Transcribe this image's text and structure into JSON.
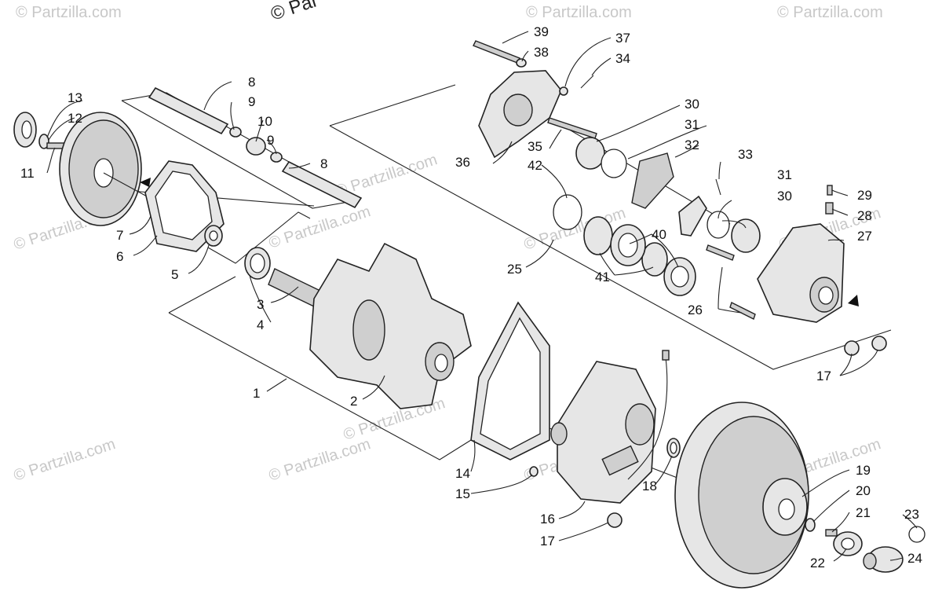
{
  "diagram": {
    "copyright_top": "© Par",
    "watermarks": [
      "© Partzilla.com",
      "© Partzilla.com",
      "© Partzilla.com",
      "© Partzilla.com",
      "© Partzilla.com",
      "© Partzilla.com",
      "© Partzilla.com",
      "© Partzilla.com",
      "© Partzilla.com",
      "© Partzilla.com",
      "© Partzilla.com",
      "© Partzilla.com",
      "© Partzilla.com"
    ],
    "callouts": [
      "1",
      "2",
      "3",
      "4",
      "5",
      "6",
      "7",
      "8",
      "8",
      "9",
      "9",
      "10",
      "11",
      "12",
      "13",
      "14",
      "15",
      "16",
      "17",
      "17",
      "18",
      "19",
      "20",
      "21",
      "22",
      "23",
      "24",
      "25",
      "26",
      "27",
      "28",
      "29",
      "30",
      "30",
      "31",
      "31",
      "32",
      "33",
      "34",
      "35",
      "36",
      "37",
      "38",
      "39",
      "40",
      "41",
      "42"
    ],
    "colors": {
      "ink": "#222222",
      "fill": "#e6e6e6",
      "watermark": "#c8c8c8"
    }
  }
}
